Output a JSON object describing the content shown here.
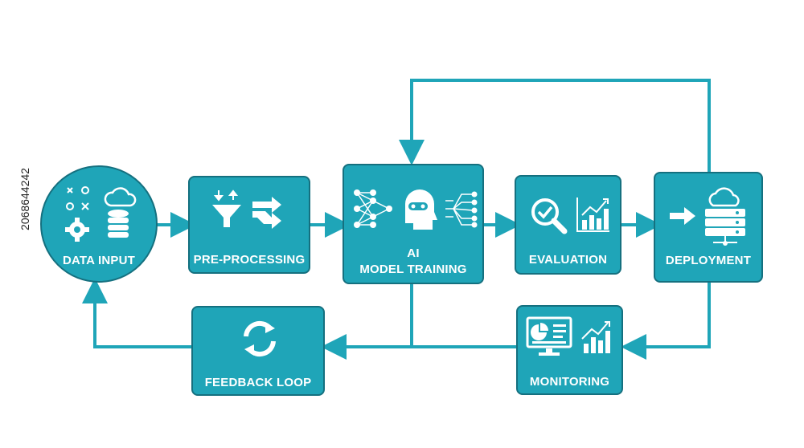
{
  "nodes": {
    "data_input": "DATA INPUT",
    "pre_processing": "PRE-PROCESSING",
    "ai_line1": "AI",
    "ai_line2": "MODEL TRAINING",
    "evaluation": "EVALUATION",
    "deployment": "DEPLOYMENT",
    "monitoring": "MONITORING",
    "feedback": "FEEDBACK LOOP"
  },
  "colors": {
    "box": "#1fa5b8",
    "border": "#15707f",
    "arrow": "#1fa5b8"
  },
  "stock_id": "2068644242"
}
